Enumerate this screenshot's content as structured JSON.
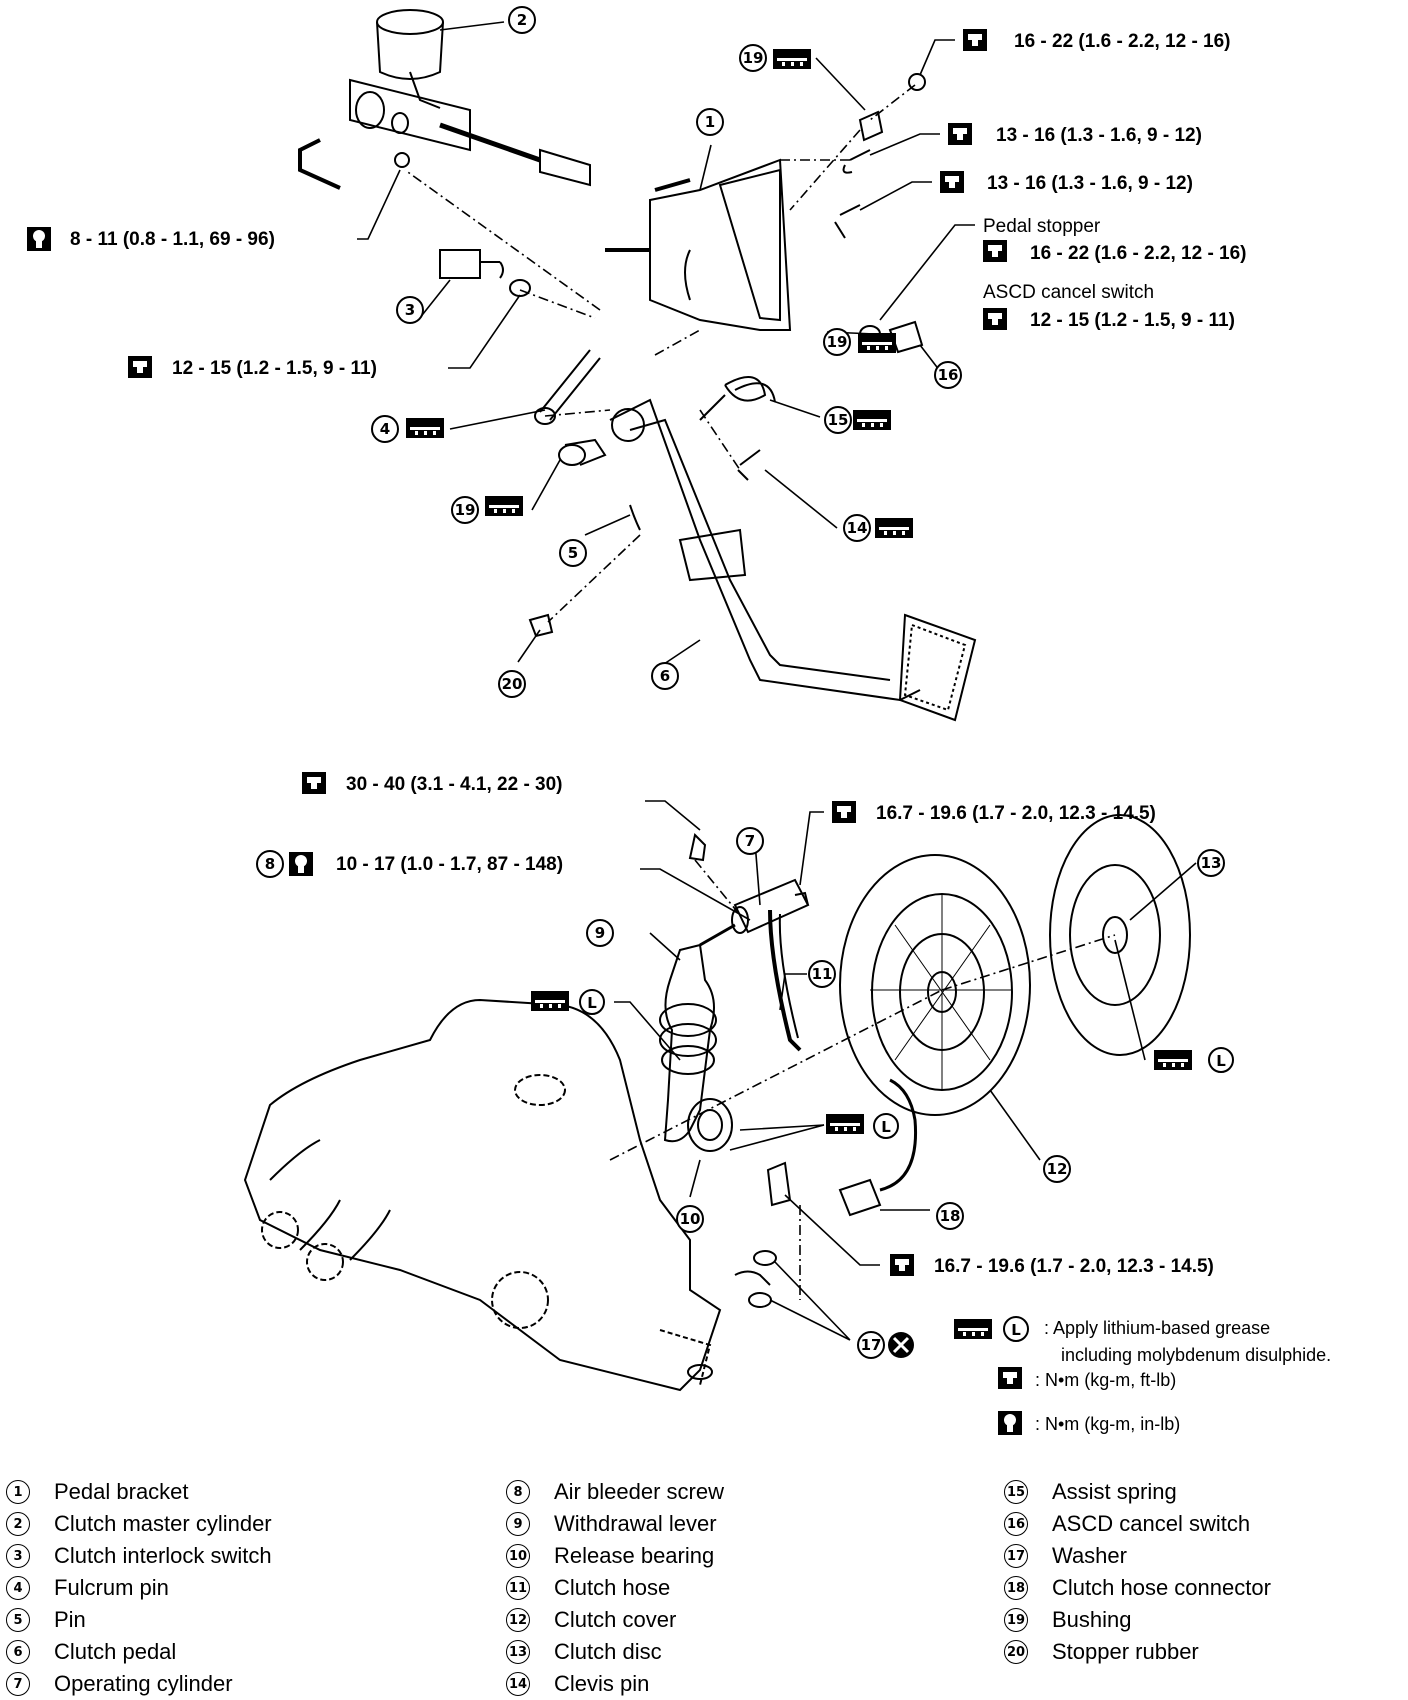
{
  "callouts": {
    "c1": "1",
    "c2": "2",
    "c3": "3",
    "c4": "4",
    "c5": "5",
    "c6": "6",
    "c7": "7",
    "c8": "8",
    "c9": "9",
    "c10": "10",
    "c11": "11",
    "c12": "12",
    "c13": "13",
    "c14": "14",
    "c15": "15",
    "c16": "16",
    "c17": "17",
    "c18": "18",
    "c19a": "19",
    "c19b": "19",
    "c19c": "19",
    "c20": "20",
    "cL": "L"
  },
  "torque_specs": {
    "t_master_nut": "16 - 22 (1.6 - 2.2, 12 - 16)",
    "t_bracket_bolt1": "13 - 16 (1.3 - 1.6, 9 - 12)",
    "t_bracket_bolt2": "13 - 16 (1.3 - 1.6, 9 - 12)",
    "pedal_stopper_label": "Pedal stopper",
    "t_pedal_stopper": "16 - 22 (1.6 - 2.2, 12 - 16)",
    "ascd_label": "ASCD cancel switch",
    "t_ascd": "12 - 15 (1.2 - 1.5, 9 - 11)",
    "t_master_mount": "8 - 11 (0.8 - 1.1, 69 - 96)",
    "t_interlock": "12 - 15 (1.2 - 1.5, 9 - 11)",
    "t_operating_mount": "30 - 40 (3.1 - 4.1, 22 - 30)",
    "t_bleeder": "10 - 17 (1.0 - 1.7, 87 - 148)",
    "t_hose_cyl": "16.7 - 19.6 (1.7 - 2.0, 12.3 - 14.5)",
    "t_hose_conn": "16.7 - 19.6 (1.7 - 2.0, 12.3 - 14.5)"
  },
  "legend": {
    "grease_line1": ": Apply lithium-based grease",
    "grease_line2": "including molybdenum disulphide.",
    "torque_ftlb": ": N•m (kg-m, ft-lb)",
    "torque_inlb": ": N•m (kg-m, in-lb)"
  },
  "parts_list": [
    {
      "num": "1",
      "name": "Pedal bracket"
    },
    {
      "num": "2",
      "name": "Clutch master cylinder"
    },
    {
      "num": "3",
      "name": "Clutch interlock switch"
    },
    {
      "num": "4",
      "name": "Fulcrum pin"
    },
    {
      "num": "5",
      "name": "Pin"
    },
    {
      "num": "6",
      "name": "Clutch pedal"
    },
    {
      "num": "7",
      "name": "Operating cylinder"
    },
    {
      "num": "8",
      "name": "Air bleeder screw"
    },
    {
      "num": "9",
      "name": "Withdrawal lever"
    },
    {
      "num": "10",
      "name": "Release bearing"
    },
    {
      "num": "11",
      "name": "Clutch hose"
    },
    {
      "num": "12",
      "name": "Clutch cover"
    },
    {
      "num": "13",
      "name": "Clutch disc"
    },
    {
      "num": "14",
      "name": "Clevis pin"
    },
    {
      "num": "15",
      "name": "Assist spring"
    },
    {
      "num": "16",
      "name": "ASCD cancel switch"
    },
    {
      "num": "17",
      "name": "Washer"
    },
    {
      "num": "18",
      "name": "Clutch hose connector"
    },
    {
      "num": "19",
      "name": "Bushing"
    },
    {
      "num": "20",
      "name": "Stopper rubber"
    }
  ]
}
